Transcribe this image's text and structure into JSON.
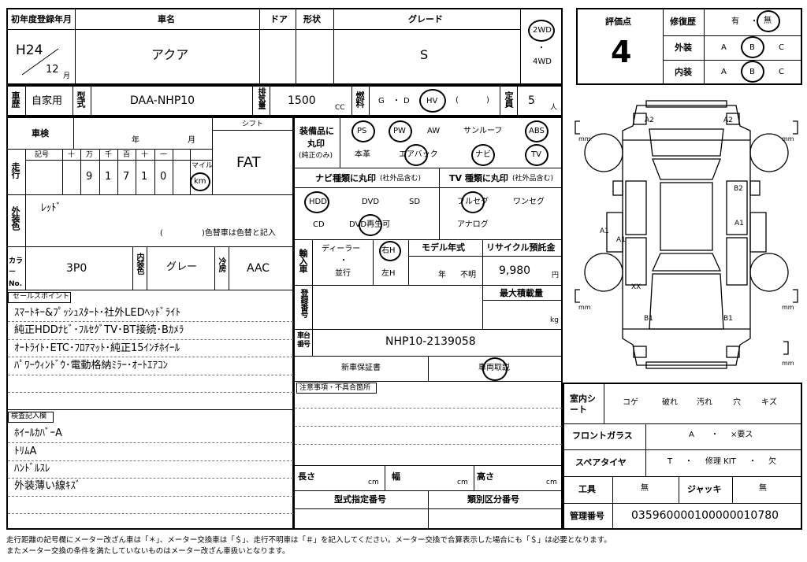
{
  "header": {
    "reg_label": "初年度登録年月",
    "name_label": "車名",
    "door_label": "ドア",
    "shape_label": "形状",
    "grade_label": "グレード",
    "era": "H24",
    "month": "12",
    "month_unit": "月",
    "name": "アクア",
    "grade": "S",
    "drive_2wd": "2WD",
    "drive_4wd": "4WD",
    "drive_dot": "・"
  },
  "eval": {
    "score_label": "評価点",
    "score": "4",
    "repair_label": "修復歴",
    "repair_yes": "有",
    "repair_no": "無",
    "dot": "・",
    "exterior_label": "外装",
    "interior_label": "内装",
    "a": "A",
    "b": "B",
    "c": "C"
  },
  "row2": {
    "use_label": "車歴",
    "use": "自家用",
    "type_label": "型式",
    "type": "DAA-NHP10",
    "disp_label": "排気量",
    "disp": "1500",
    "cc": "CC",
    "fuel_label": "燃料",
    "fuel_g": "G",
    "fuel_d": "D",
    "fuel_hv": "HV",
    "fuel_paren_l": "(",
    "fuel_paren_r": ")",
    "cap_label": "定員",
    "cap": "5",
    "cap_unit": "人"
  },
  "inspection": {
    "label": "車検",
    "year": "年",
    "month": "月",
    "shift_label": "シフト",
    "shift": "FAT"
  },
  "mileage": {
    "label": "走行",
    "sign": "記号",
    "ten_man": "十",
    "man": "万",
    "sen": "千",
    "hyaku": "百",
    "juu": "十",
    "ichi": "一",
    "digits": [
      "9",
      "1",
      "7",
      "1",
      "0"
    ],
    "mile": "マイル",
    "km": "km"
  },
  "color": {
    "label": "外装色",
    "value": "ﾚｯﾄﾞ",
    "note_l": "(",
    "note": ")色替車は色替と記入",
    "code_label": "カラーNo.",
    "code": "3P0",
    "int_label": "内装色",
    "int": "グレー",
    "ac_label": "冷房",
    "ac": "AAC"
  },
  "equip": {
    "label1": "装備品に",
    "label2": "丸印",
    "label3": "(純正のみ)",
    "ps": "PS",
    "pw": "PW",
    "aw": "AW",
    "sunroof": "サンルーフ",
    "abs": "ABS",
    "leather": "本革",
    "airbag": "エアバック",
    "navi": "ナビ",
    "tv": "TV"
  },
  "navi_types": {
    "label": "ナビ種類に丸印",
    "sub": "(社外品含む)",
    "hdd": "HDD",
    "dvd": "DVD",
    "sd": "SD",
    "cd": "CD",
    "dvd_play": "DVD再生可"
  },
  "tv_types": {
    "label": "TV 種類に丸印",
    "sub": "(社外品含む)",
    "fullseg": "フルセグ",
    "oneseg": "ワンセグ",
    "analog": "アナログ"
  },
  "import": {
    "label": "輸入車",
    "dealer": "ディーラー",
    "dot": "・",
    "parallel": "並行",
    "right": "右H",
    "left": "左H",
    "model_label": "モデル年式",
    "year": "年",
    "unknown": "不明",
    "recycle_label": "リサイクル預託金",
    "recycle": "9,980",
    "yen": "円"
  },
  "reg": {
    "label": "登録番号",
    "maxload": "最大積載量",
    "kg": "kg",
    "chassis_label": "車台番号",
    "chassis": "NHP10-2139058",
    "warranty": "新車保証書",
    "manual": "車両取説",
    "notes_label": "注意事項・不具合箇所"
  },
  "sales": {
    "label": "セールスポイント",
    "lines": [
      "ｽﾏｰﾄｷｰ&ﾌﾟｯｼｭｽﾀｰﾄ･社外LEDﾍｯﾄﾞﾗｲﾄ",
      "純正HDDﾅﾋﾞ･ﾌﾙｾｸﾞTV･BT接続･Bｶﾒﾗ",
      "ｵｰﾄﾗｲﾄ･ETC･ﾌﾛｱﾏｯﾄ･純正15ｲﾝﾁﾎｲｰﾙ",
      "ﾊﾟﾜｰｳｨﾝﾄﾞｳ･電動格納ﾐﾗｰ･ｵｰﾄｴｱｺﾝ"
    ]
  },
  "check": {
    "label": "検査記入欄",
    "lines": [
      "ﾎｲｰﾙｶﾊﾞｰA",
      "ﾄﾘﾑA",
      "ﾊﾝﾄﾞﾙｽﾚ",
      "外装薄い線ｷｽﾞ"
    ]
  },
  "dims": {
    "length": "長さ",
    "width": "幅",
    "height": "高さ",
    "cm": "cm",
    "type_no": "型式指定番号",
    "class_no": "類別区分番号"
  },
  "right": {
    "seat_label": "室内シート",
    "seat_items": [
      "コゲ",
      "破れ",
      "汚れ",
      "穴",
      "キズ"
    ],
    "glass_label": "フロントガラス",
    "glass_a": "A",
    "glass_dot": "・",
    "glass_x": "×要ス",
    "spare_label": "スペアタイヤ",
    "spare_t": "T",
    "spare_dot": "・",
    "spare_kit": "修理 KIT",
    "spare_dot2": "・",
    "spare_none": "欠",
    "tool_label": "工具",
    "tool": "無",
    "jack_label": "ジャッキ",
    "jack": "無",
    "mgmt_label": "管理番号",
    "mgmt": "035960000100000010780"
  },
  "diagram": {
    "a2_l": "A2",
    "a2_r": "A2",
    "b2": "B2",
    "a1_r": "A1",
    "a1_l1": "A1",
    "a1_l2": "A1",
    "xx": "XX",
    "b1_l": "B1",
    "b1_r": "B1",
    "mm": "mm"
  },
  "footer": {
    "line1": "走行距離の記号欄にメーター改ざん車は「＊」、メーター交換車は「＄」、走行不明車は「＃」を記入してください。メーター交換で合算表示した場合にも「＄」は必要となります。",
    "line2": "またメーター交換の条件を満たしていないものはメーター改ざん車扱いとなります。"
  }
}
